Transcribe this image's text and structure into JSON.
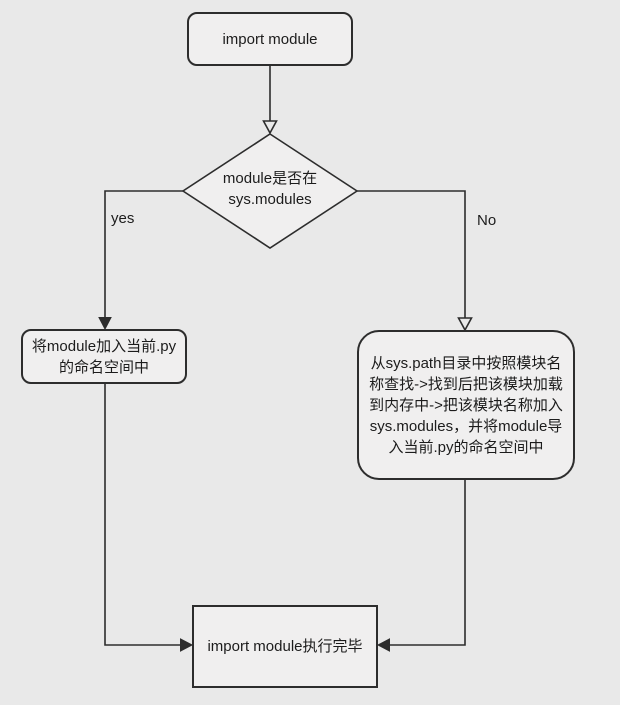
{
  "canvas": {
    "background_color": "#e9e9e9",
    "node_fill_color": "#f0efef",
    "line_color": "#2d2d2d",
    "text_color": "#1c1c1c"
  },
  "nodes": {
    "start": {
      "label": "import module"
    },
    "decision": {
      "lines": [
        "module是否在",
        "sys.modules"
      ]
    },
    "yes_node": {
      "lines": [
        "将module加入当前.py",
        "的命名空间中"
      ]
    },
    "no_node": {
      "text": "从sys.path目录中按照模块名称查找->找到后把该模块加载到内存中->把该模块名称加入sys.modules，并将module导入当前.py的命名空间中"
    },
    "end": {
      "label": "import module执行完毕"
    }
  },
  "edges": {
    "yes_label": "yes",
    "no_label": "No"
  }
}
